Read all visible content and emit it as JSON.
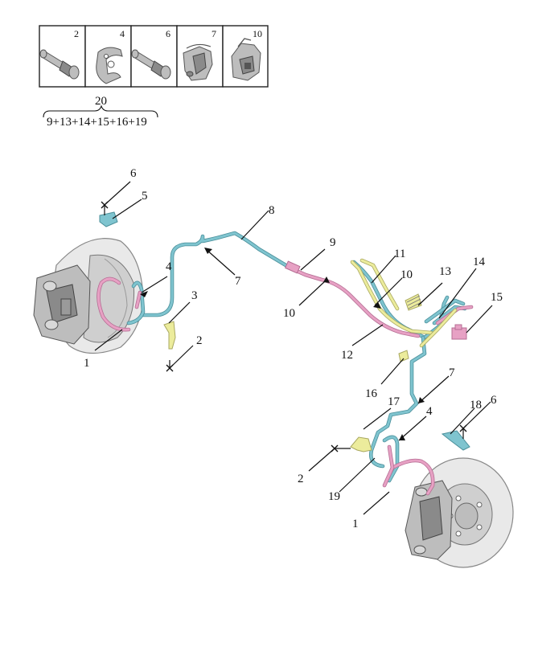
{
  "parts_legend": {
    "cells": [
      {
        "number": "2",
        "icon": "bolt-icon"
      },
      {
        "number": "4",
        "icon": "clip-bracket-icon"
      },
      {
        "number": "6",
        "icon": "bolt-icon"
      },
      {
        "number": "7",
        "icon": "spring-clip-icon"
      },
      {
        "number": "10",
        "icon": "hose-clip-icon"
      }
    ],
    "kit_number": "20",
    "kit_contents": "9+13+14+15+16+19"
  },
  "callouts": {
    "c1_left": "1",
    "c1_right": "1",
    "c2_left": "2",
    "c2_right": "2",
    "c3": "3",
    "c4_left": "4",
    "c4_right": "4",
    "c5": "5",
    "c6_left": "6",
    "c6_right": "6",
    "c7_left": "7",
    "c7_right": "7",
    "c8": "8",
    "c9": "9",
    "c10_left": "10",
    "c10_right": "10",
    "c11": "11",
    "c12": "12",
    "c13": "13",
    "c14": "14",
    "c15": "15",
    "c16": "16",
    "c17": "17",
    "c18": "18",
    "c19": "19"
  },
  "colors": {
    "brake_line": "#7fc4cf",
    "flex_hose": "#e7a1c4",
    "bracket": "#ecec9c",
    "disc": "#e9e9e9"
  }
}
